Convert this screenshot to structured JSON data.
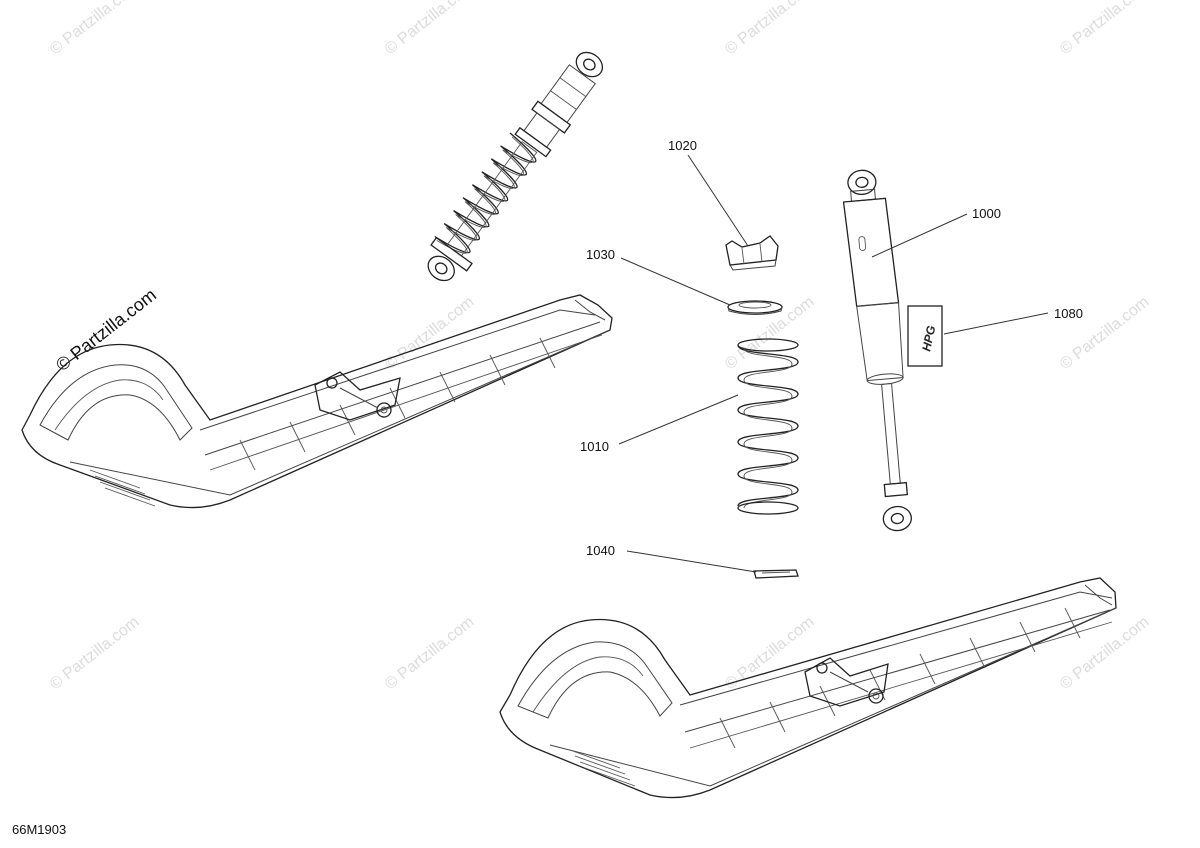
{
  "watermark": {
    "text": "© Partzilla.com",
    "main_text": "© Partzilla.com"
  },
  "diagram_code": "66M1903",
  "callouts": [
    {
      "id": "c1020",
      "label": "1020"
    },
    {
      "id": "c1000",
      "label": "1000"
    },
    {
      "id": "c1030",
      "label": "1030"
    },
    {
      "id": "c1080",
      "label": "1080"
    },
    {
      "id": "c1010",
      "label": "1010"
    },
    {
      "id": "c1040",
      "label": "1040"
    }
  ],
  "decal_text": "HPG",
  "colors": {
    "line": "#444444",
    "watermark": "#dcdcdc",
    "text": "#111111"
  }
}
